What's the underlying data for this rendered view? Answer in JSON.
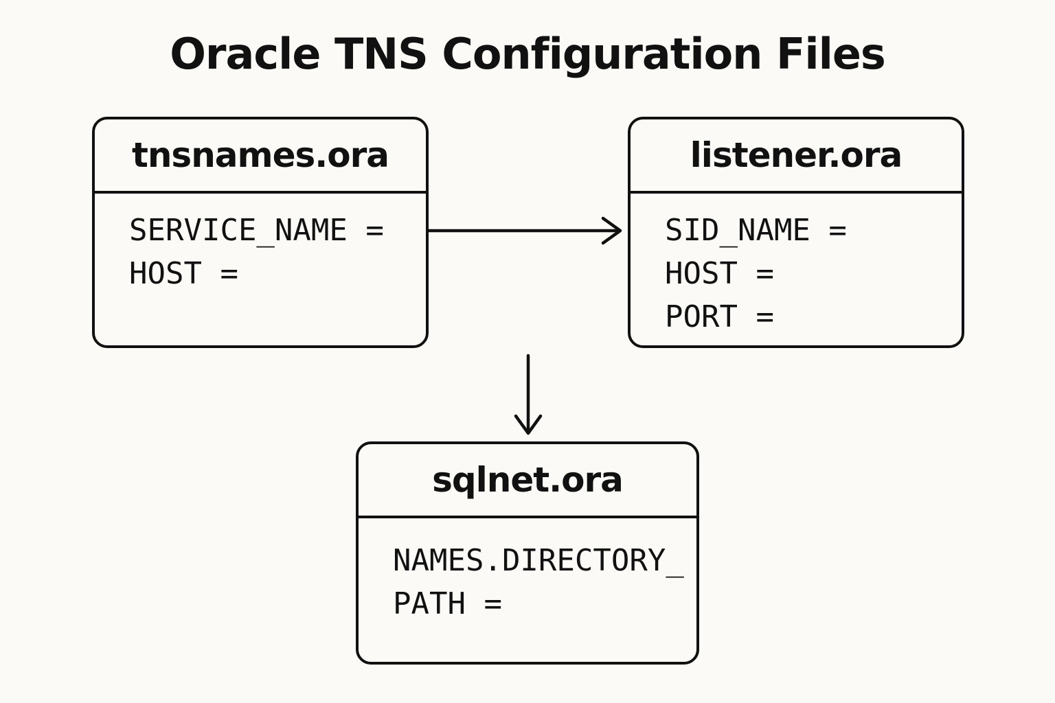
{
  "title": "Oracle TNS Configuration Files",
  "files": {
    "tnsnames": {
      "name": "tnsnames.ora",
      "lines": [
        "SERVICE_NAME =",
        "HOST ="
      ]
    },
    "listener": {
      "name": "listener.ora",
      "lines": [
        "SID_NAME =",
        "HOST =",
        "PORT ="
      ]
    },
    "sqlnet": {
      "name": "sqlnet.ora",
      "lines": [
        "NAMES.DIRECTORY_",
        "PATH ="
      ]
    }
  },
  "colors": {
    "background": "#fbfaf6",
    "stroke": "#111111"
  },
  "icons": [
    "arrow-right-icon",
    "arrow-down-icon"
  ]
}
